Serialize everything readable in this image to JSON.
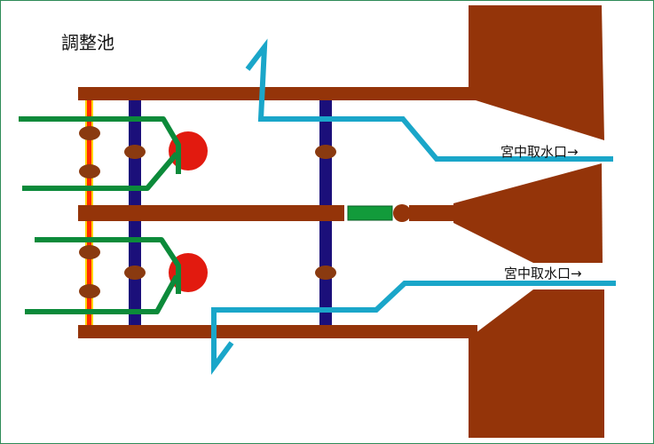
{
  "title": "調整池",
  "labels": {
    "intake_upper": "宮中取水口→",
    "intake_lower": "宮中取水口→"
  },
  "colors": {
    "wall": "#943409",
    "channel": "#1aa6c9",
    "pipe": "#0c8a3a",
    "gate_post": "#1b0f7a",
    "gate_stripe": "#ff2a00",
    "gate_stripe_inner": "#ffd400",
    "valve": "#e21a0f",
    "gate_part": "#8a3a10",
    "green_gate": "#129b3b",
    "border": "#2e8b57"
  }
}
